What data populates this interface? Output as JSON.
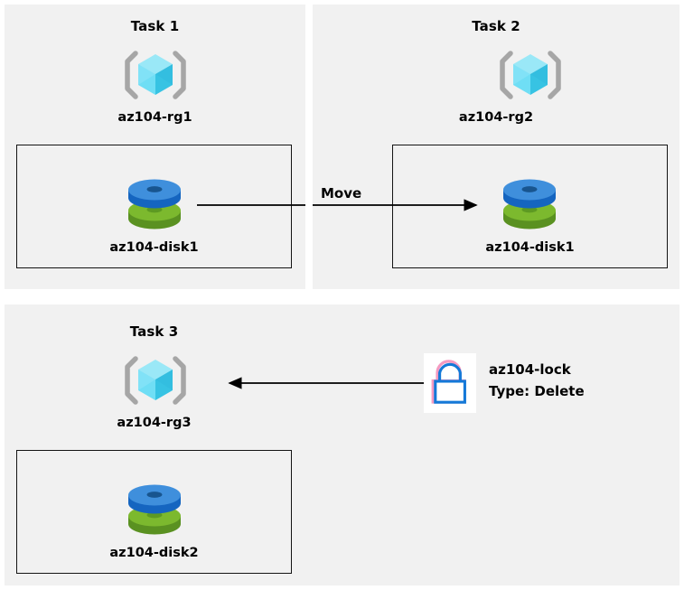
{
  "diagram": {
    "title_hidden": "Azure AZ-104 resource group tasks diagram",
    "colors": {
      "panel_bg": "#f1f1f1",
      "page_bg": "#ffffff",
      "box_border": "#141414",
      "arrow": "#000000",
      "text": "#000000",
      "rg_cube_top": "#9ae8f7",
      "rg_cube_left": "#4fd6f2",
      "rg_cube_right": "#35c2e0",
      "rg_bracket": "#a6a6a6",
      "disk_blue_top": "#3f8fdc",
      "disk_blue_side": "#1565c0",
      "disk_green_top": "#7cb92e",
      "disk_green_side": "#5a9121",
      "lock_stroke": "#1479d8",
      "lock_bg": "#ffffff"
    }
  },
  "panels": [
    {
      "id": "task1",
      "title": "Task 1",
      "resource_group": {
        "name": "az104-rg1",
        "icon": "resource-group-icon"
      },
      "resource": {
        "name": "az104-disk1",
        "icon": "managed-disk-icon"
      }
    },
    {
      "id": "task2",
      "title": "Task 2",
      "resource_group": {
        "name": "az104-rg2",
        "icon": "resource-group-icon"
      },
      "resource": {
        "name": "az104-disk1",
        "icon": "managed-disk-icon"
      }
    },
    {
      "id": "task3",
      "title": "Task 3",
      "resource_group": {
        "name": "az104-rg3",
        "icon": "resource-group-icon"
      },
      "resource": {
        "name": "az104-disk2",
        "icon": "managed-disk-icon"
      }
    }
  ],
  "edges": [
    {
      "id": "move-edge",
      "label": "Move",
      "direction": "right",
      "from": "az104-disk1 (Task 1)",
      "to": "az104-disk1 (Task 2)"
    },
    {
      "id": "lock-edge",
      "label": "",
      "direction": "left",
      "from": "az104-lock",
      "to": "az104-rg3"
    }
  ],
  "lock": {
    "icon": "lock-icon",
    "name": "az104-lock",
    "type_line": "Type: Delete"
  }
}
